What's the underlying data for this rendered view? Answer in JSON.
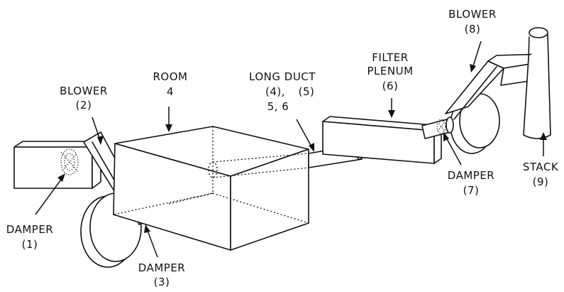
{
  "labels": {
    "blower_left_name": "BLOWER",
    "blower_left_num": "(2)",
    "room_name": "ROOM",
    "room_num": "4",
    "long_duct_name": "LONG  DUCT",
    "long_duct_num_a": "(4),",
    "long_duct_num_b": "(5)",
    "long_duct_num_c": "5,  6",
    "filter_name": "FILTER",
    "plenum_name": "PLENUM",
    "filter_num": "(6)",
    "blower_right_name": "BLOWER",
    "blower_right_num": "(8)",
    "stack_name": "STACK",
    "stack_num": "(9)",
    "damper_right_name": "DAMPER",
    "damper_right_num": "(7)",
    "damper_left_name": "DAMPER",
    "damper_left_num": "(1)",
    "damper_bottom_name": "DAMPER",
    "damper_bottom_num": "(3)"
  }
}
